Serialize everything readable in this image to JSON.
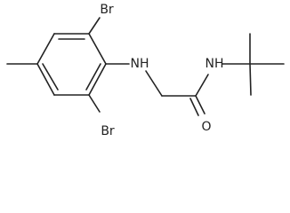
{
  "molecule": {
    "atoms": {
      "bromine_top": "Br",
      "bromine_bottom": "Br",
      "amine_nitrogen": "NH",
      "amide_nitrogen": "NH",
      "carbonyl_oxygen": "O"
    }
  }
}
